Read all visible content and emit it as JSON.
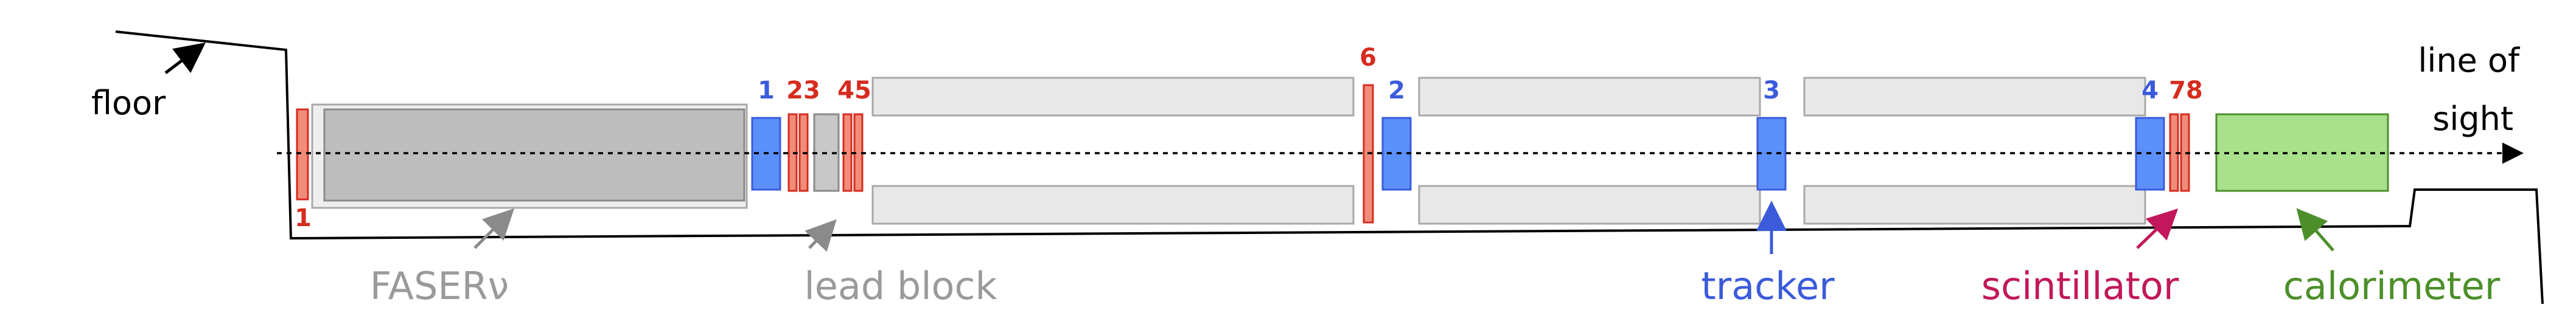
{
  "labels": {
    "floor": "floor",
    "line_of_sight_line1": "line of",
    "line_of_sight_line2": "sight",
    "fasernu": "FASERν",
    "lead_block": "lead block",
    "tracker": "tracker",
    "scintillator": "scintillator",
    "calorimeter": "calorimeter"
  },
  "numbers": {
    "scint_1": "1",
    "tracker_1": "1",
    "scint_23": "23",
    "scint_45": "45",
    "scint_6": "6",
    "tracker_2": "2",
    "tracker_3": "3",
    "tracker_4": "4",
    "scint_78": "78"
  },
  "colors": {
    "tracker": "#3b5bdb",
    "tracker_fill": "#5b8ff9",
    "scintillator": "#d62c1f",
    "scintillator_fill": "#f08c7a",
    "scintillator_label": "#c2185b",
    "calorimeter": "#4c8f2a",
    "calorimeter_fill": "#a8e08c",
    "passive": "#9a9a9a",
    "passive_fill": "#c8c8c8",
    "magnet_fill": "#e8e8e8",
    "floor_line": "#000000"
  }
}
